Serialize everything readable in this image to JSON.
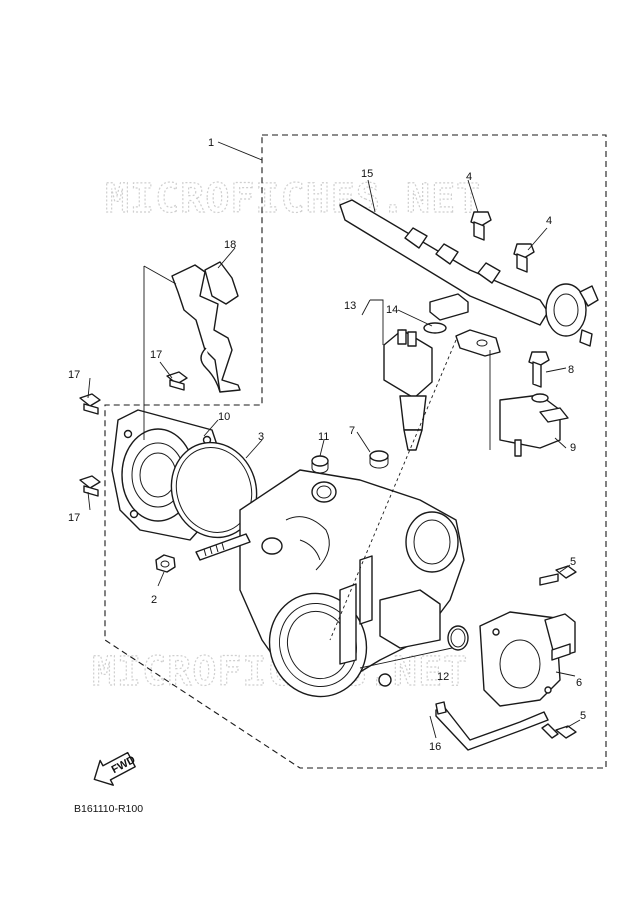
{
  "watermark": {
    "top": "MICROFICHES.NET",
    "bottom": "MICROFICHES.NET"
  },
  "callouts": {
    "c1": "1",
    "c2": "2",
    "c3": "3",
    "c4a": "4",
    "c4b": "4",
    "c5a": "5",
    "c5b": "5",
    "c6": "6",
    "c7": "7",
    "c8": "8",
    "c9": "9",
    "c10": "10",
    "c11": "11",
    "c12": "12",
    "c13": "13",
    "c14": "14",
    "c15": "15",
    "c16": "16",
    "c17a": "17",
    "c17b": "17",
    "c17c": "17",
    "c18": "18"
  },
  "fwd_label": "FWD",
  "diagram_code": "B161110-R100"
}
